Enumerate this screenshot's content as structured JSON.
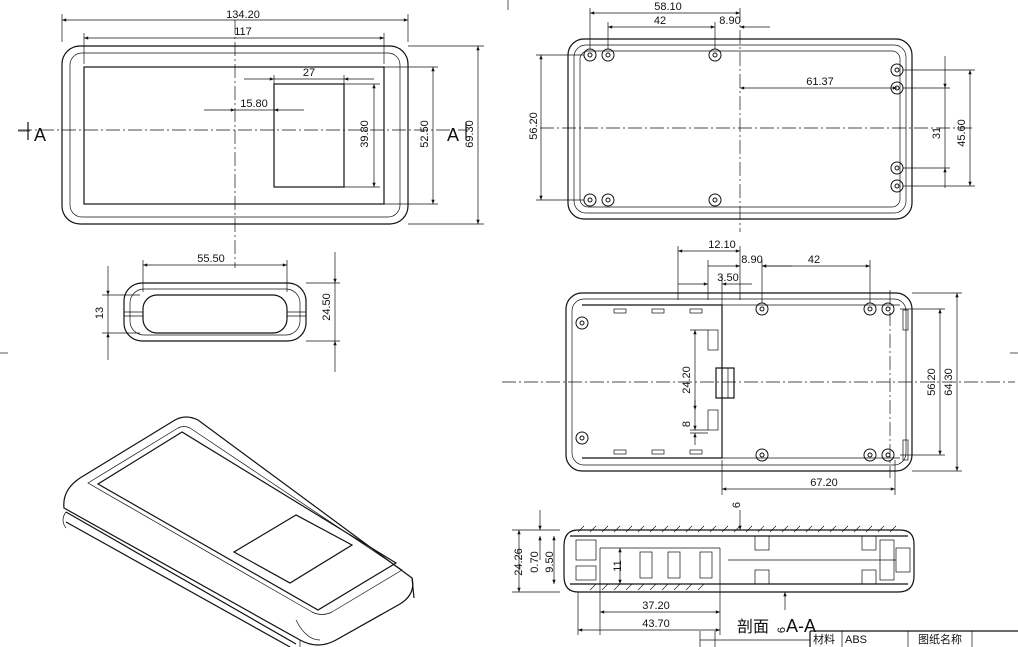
{
  "drawing": {
    "section_marker": "A",
    "section_title_cn": "剖面",
    "section_title": "A-A",
    "title_block": {
      "material_label": "材料",
      "material_value": "ABS",
      "drawing_name_label": "图纸名称"
    }
  },
  "dims": {
    "front_overall_w": "134.20",
    "front_inner_w": "117",
    "front_window_w": "27",
    "front_window_offset": "15.80",
    "front_window_h": "39.80",
    "front_inner_h": "52.50",
    "front_overall_h": "69.30",
    "side_opening_w": "55.50",
    "side_opening_h": "13",
    "side_overall_h": "24.50",
    "top_w1": "58.10",
    "top_w2": "42",
    "top_w3": "8.90",
    "top_w4": "61.37",
    "top_h1": "56.20",
    "top_h2": "31",
    "top_h3": "45.60",
    "base_w1": "12.10",
    "base_w2": "8.90",
    "base_w3": "42",
    "base_w4": "3.50",
    "base_h1": "24.20",
    "base_h2": "8",
    "base_h3": "56.20",
    "base_h4": "64.30",
    "base_w5": "67.20",
    "sec_h1": "24.26",
    "sec_h2": "0.70",
    "sec_h3": "9.50",
    "sec_h4": "11",
    "sec_t1": "6",
    "sec_t2": "6",
    "sec_w1": "37.20",
    "sec_w2": "43.70"
  }
}
